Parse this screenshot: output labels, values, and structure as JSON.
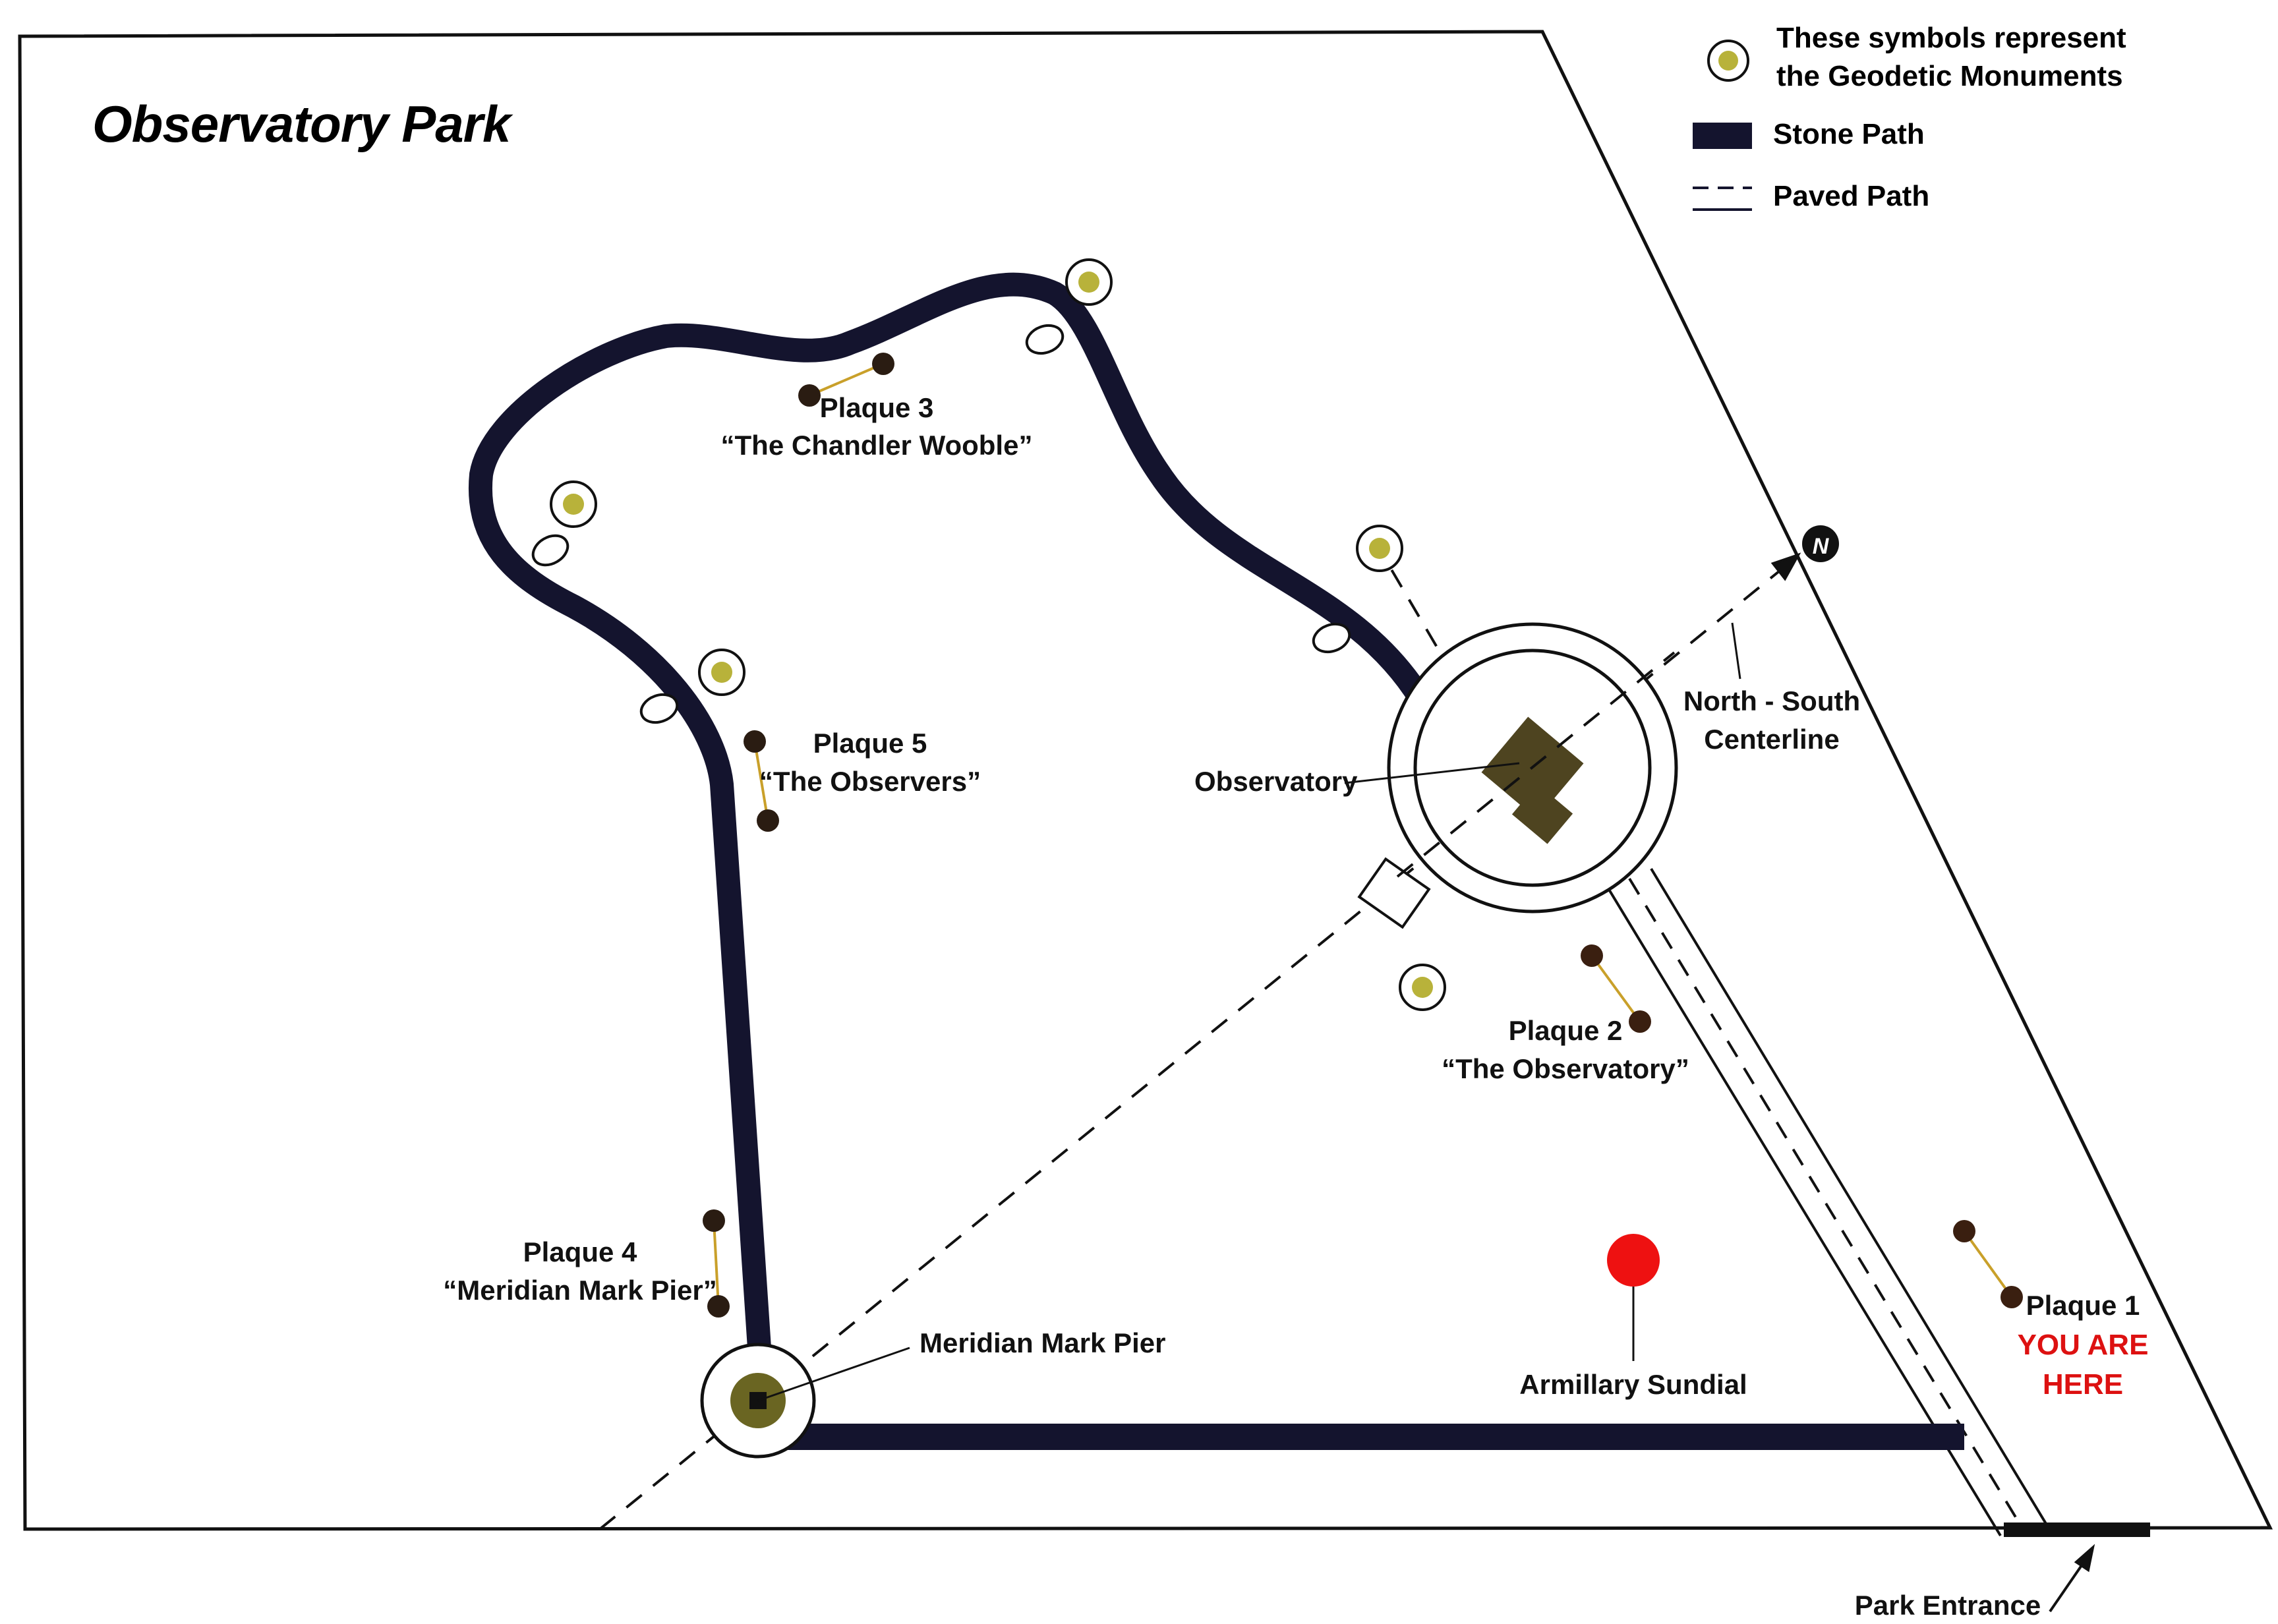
{
  "title": "Observatory Park",
  "legend": {
    "monument_line1": "These symbols represent",
    "monument_line2": "the Geodetic Monuments",
    "stone_path": "Stone Path",
    "paved_path": "Paved Path"
  },
  "north_symbol": "N",
  "labels": {
    "centerline_line1": "North - South",
    "centerline_line2": "Centerline",
    "observatory": "Observatory",
    "meridian_mark_pier": "Meridian Mark Pier",
    "armillary_sundial": "Armillary Sundial",
    "park_entrance": "Park Entrance"
  },
  "plaques": {
    "plaque1": {
      "name": "Plaque 1",
      "note_line1": "YOU ARE",
      "note_line2": "HERE"
    },
    "plaque2": {
      "name": "Plaque 2",
      "subtitle": "“The Observatory”"
    },
    "plaque3": {
      "name": "Plaque 3",
      "subtitle": "“The Chandler Wooble”"
    },
    "plaque4": {
      "name": "Plaque 4",
      "subtitle": "“Meridian Mark Pier”"
    },
    "plaque5": {
      "name": "Plaque 5",
      "subtitle": "“The Observers”"
    }
  },
  "colors": {
    "stone_path": "#14142e",
    "monument_fill": "#b8b23a",
    "plaque_dot": "#3a1f10",
    "plaque_line": "#c9a02a",
    "sundial": "#ee1111",
    "observatory": "#4e4420",
    "you_are_here": "#dd1111"
  }
}
